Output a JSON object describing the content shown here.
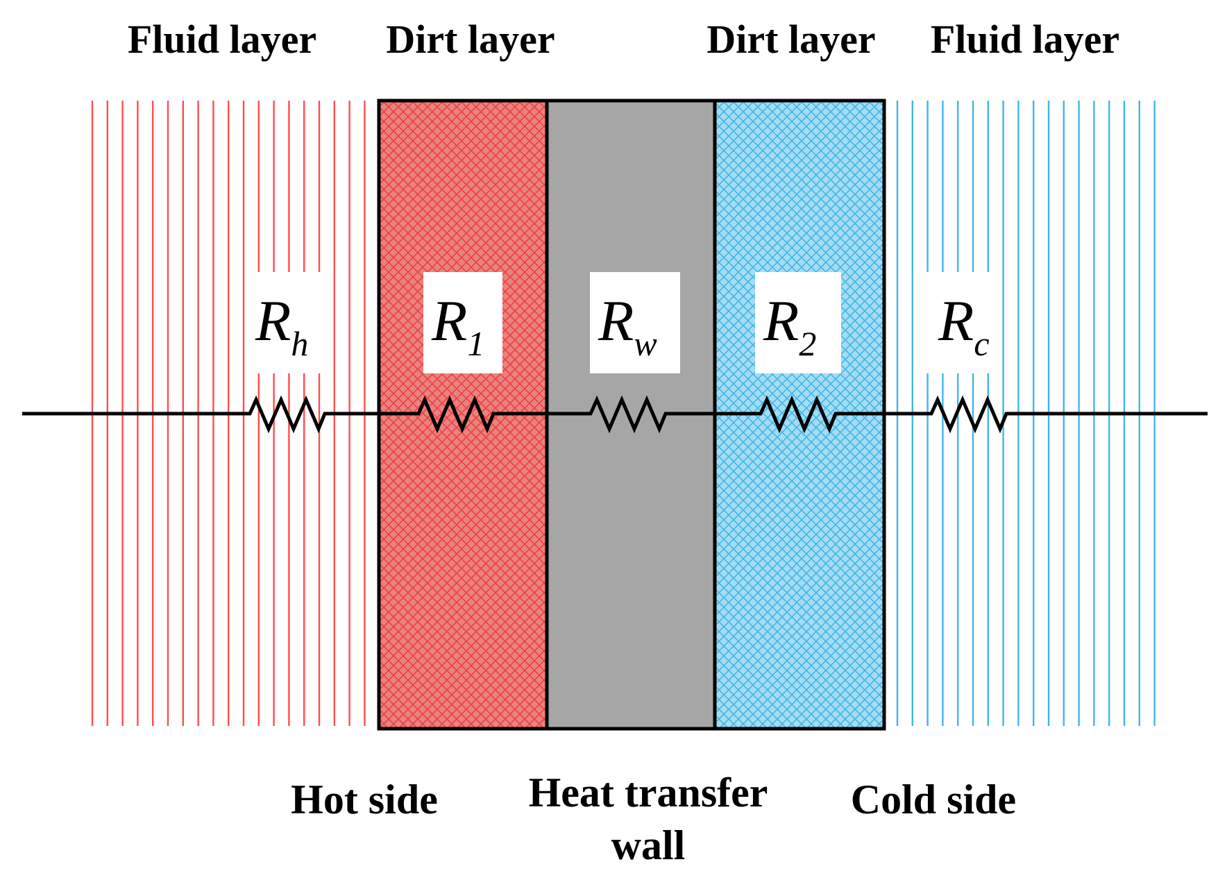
{
  "layer_titles": {
    "hot_fluid": "Fluid layer",
    "hot_dirt": "Dirt layer",
    "cold_dirt": "Dirt layer",
    "cold_fluid": "Fluid layer"
  },
  "side_labels": {
    "hot": "Hot side",
    "wall_line1": "Heat transfer",
    "wall_line2": "wall",
    "cold": "Cold side"
  },
  "resistances": {
    "hot_fluid": {
      "main": "R",
      "sub": "h"
    },
    "hot_dirt": {
      "main": "R",
      "sub": "1"
    },
    "wall": {
      "main": "R",
      "sub": "w"
    },
    "cold_dirt": {
      "main": "R",
      "sub": "2"
    },
    "cold_fluid": {
      "main": "R",
      "sub": "c"
    }
  },
  "colors": {
    "hot": "#ff4d4d",
    "hot_dirt_fill": "#e8837f",
    "wall": "#a6a6a6",
    "cold": "#3fb6ea",
    "cold_dirt_fill": "#a5dcf2",
    "outline": "#000000"
  }
}
